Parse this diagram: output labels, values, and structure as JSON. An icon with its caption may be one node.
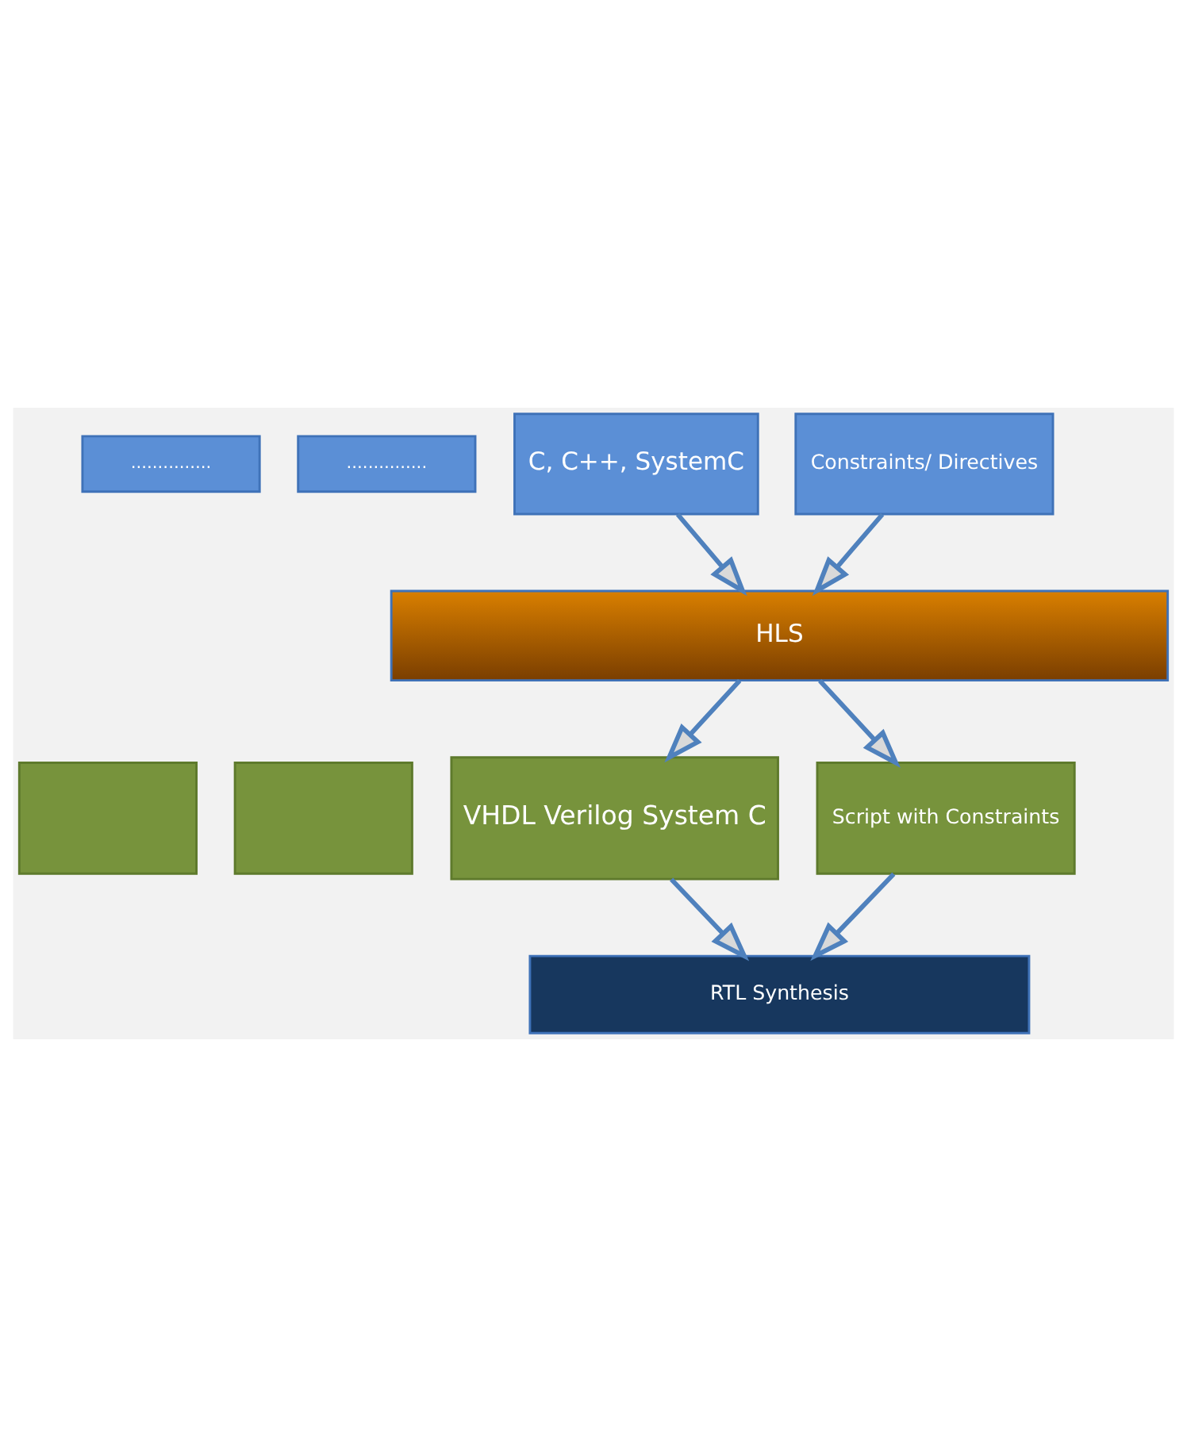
{
  "diagram": {
    "nodes": [
      {
        "text": [
          "..............."
        ]
      },
      {
        "text": [
          "..............."
        ]
      },
      {
        "text": [
          "C, C++, SystemC"
        ]
      },
      {
        "text": [
          "Constraints/ Directives"
        ]
      },
      {
        "text": [
          "HLS"
        ]
      },
      {
        "text": [],
        "shape": "box"
      },
      {
        "text": [],
        "shape": "box"
      },
      {
        "text": [
          "VHDL Verilog System C"
        ]
      },
      {
        "text": [
          "Script with Constraints"
        ]
      },
      {
        "text": [
          "RTL Synthesis"
        ]
      }
    ],
    "edges": [
      {
        "from": 2,
        "to": 4,
        "arrow": "to"
      },
      {
        "from": 3,
        "to": 4,
        "arrow": "to"
      },
      {
        "from": 4,
        "to": 7,
        "arrow": "to"
      },
      {
        "from": 4,
        "to": 8,
        "arrow": "to"
      },
      {
        "from": 7,
        "to": 9,
        "arrow": "to"
      },
      {
        "from": 8,
        "to": 9,
        "arrow": "to"
      }
    ]
  }
}
